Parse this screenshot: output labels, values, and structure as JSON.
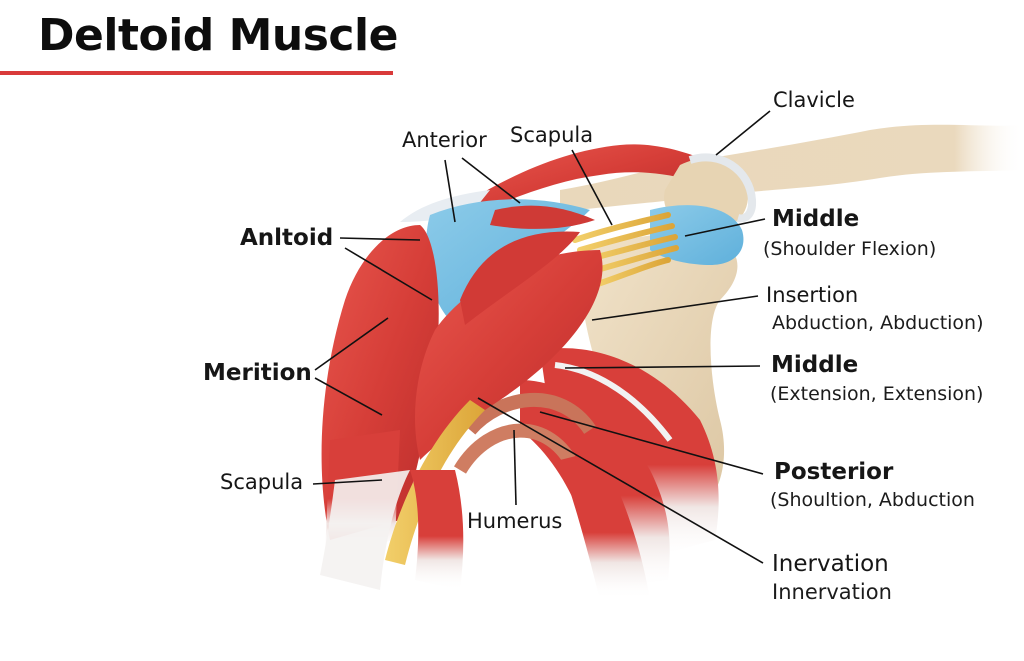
{
  "title": "Deltoid Muscle",
  "colors": {
    "accent_rule": "#d93a3a",
    "muscle": "#d9403c",
    "muscle_dark": "#b82b2a",
    "bone": "#ead9bd",
    "cartilage_blue": "#7fc2e4",
    "tendon_yellow": "#e8b94a",
    "tendon_white": "#f2f2f2",
    "leader_line": "#111111"
  },
  "labels": {
    "anterior": "Anterior",
    "scapula_top": "Scapula",
    "clavicle": "Clavicle",
    "anltoid": "Anltoid",
    "merition": "Merition",
    "scapula_bottom": "Scapula",
    "humerus": "Humerus",
    "middle_1": {
      "title": "Middle",
      "subtitle": "(Shoulder Flexion)"
    },
    "insertion": {
      "title": "Insertion",
      "subtitle": "Abduction, Abduction)"
    },
    "middle_2": {
      "title": "Middle",
      "subtitle": "(Extension, Extension)"
    },
    "posterior": {
      "title": "Posterior",
      "subtitle": "(Shoultion, Abduction"
    },
    "inervation": {
      "title": "Inervation",
      "subtitle": "Innervation"
    }
  }
}
